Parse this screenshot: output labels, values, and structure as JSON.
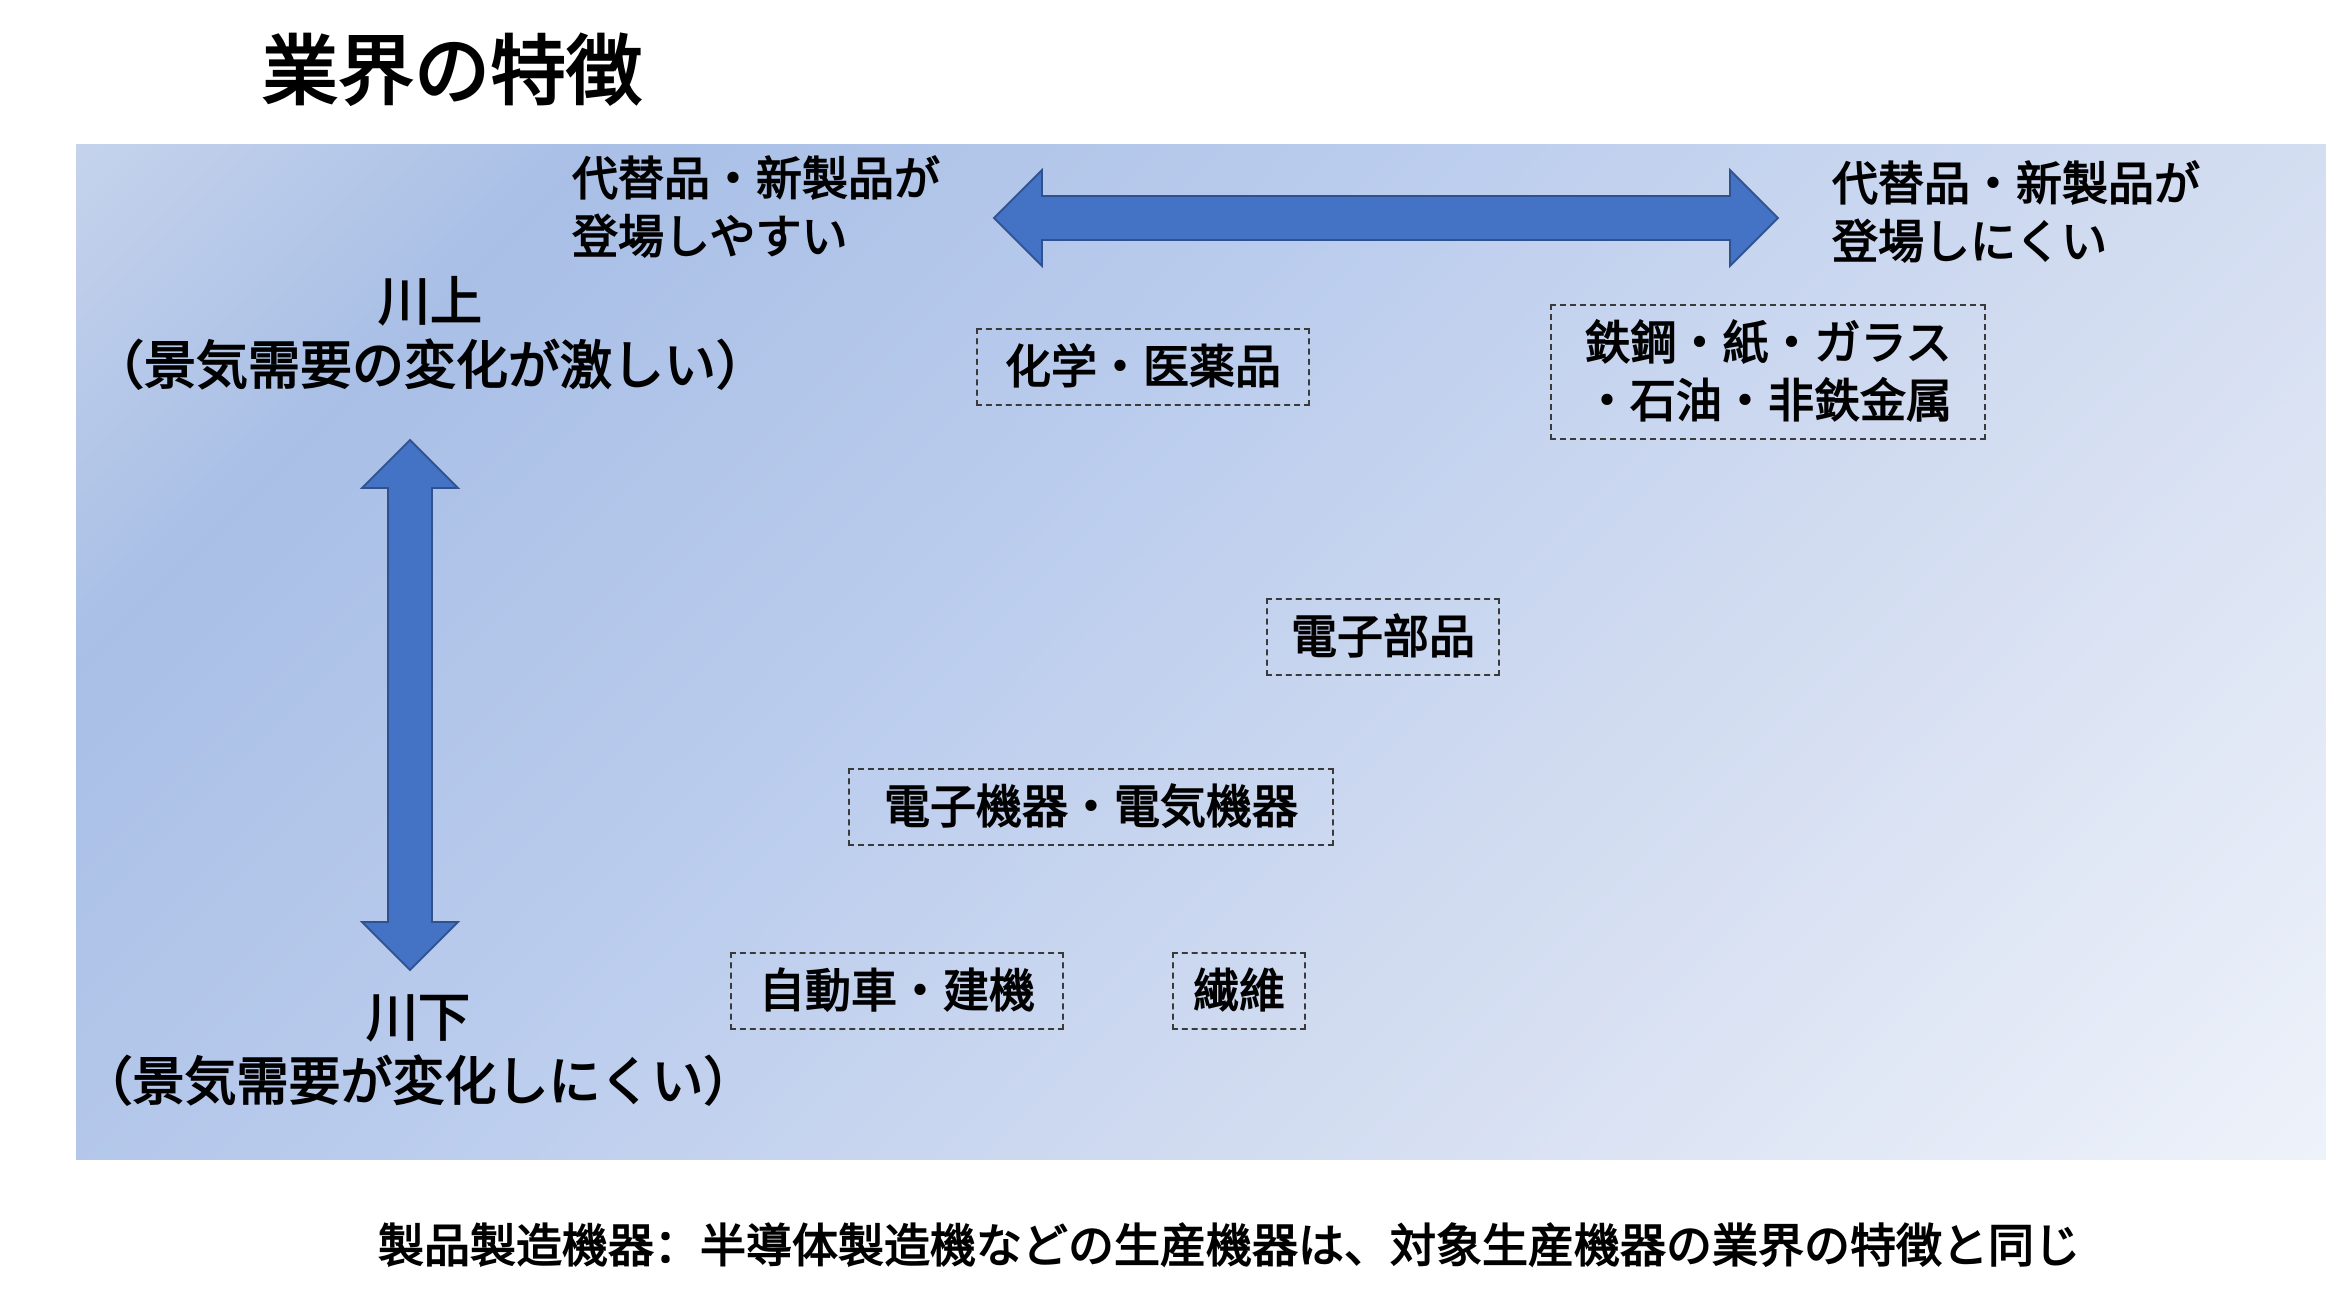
{
  "title": "業界の特徴",
  "colors": {
    "arrow_fill": "#4472c4",
    "arrow_stroke": "#2f528f",
    "panel_gradient_start": "#c5d3ec",
    "panel_gradient_end": "#eef2fa",
    "box_border": "#3a3a3a"
  },
  "axis_top": {
    "left_label_line1": "代替品・新製品が",
    "left_label_line2": "登場しやすい",
    "right_label_line1": "代替品・新製品が",
    "right_label_line2": "登場しにくい",
    "arrow_icon": "double-headed-horizontal-arrow"
  },
  "axis_left": {
    "top_label_line1": "川上",
    "top_label_line2": "（景気需要の変化が激しい）",
    "bottom_label_line1": "川下",
    "bottom_label_line2": "（景気需要が変化しにくい）",
    "arrow_icon": "double-headed-vertical-arrow"
  },
  "industries": {
    "chemical": "化学・医薬品",
    "materials_line1": "鉄鋼・紙・ガラス",
    "materials_line2": "・石油・非鉄金属",
    "electronic_parts": "電子部品",
    "electronics": "電子機器・電気機器",
    "auto": "自動車・建機",
    "fiber": "繊維"
  },
  "footer": "製品製造機器：半導体製造機などの生産機器は、対象生産機器の業界の特徴と同じ"
}
